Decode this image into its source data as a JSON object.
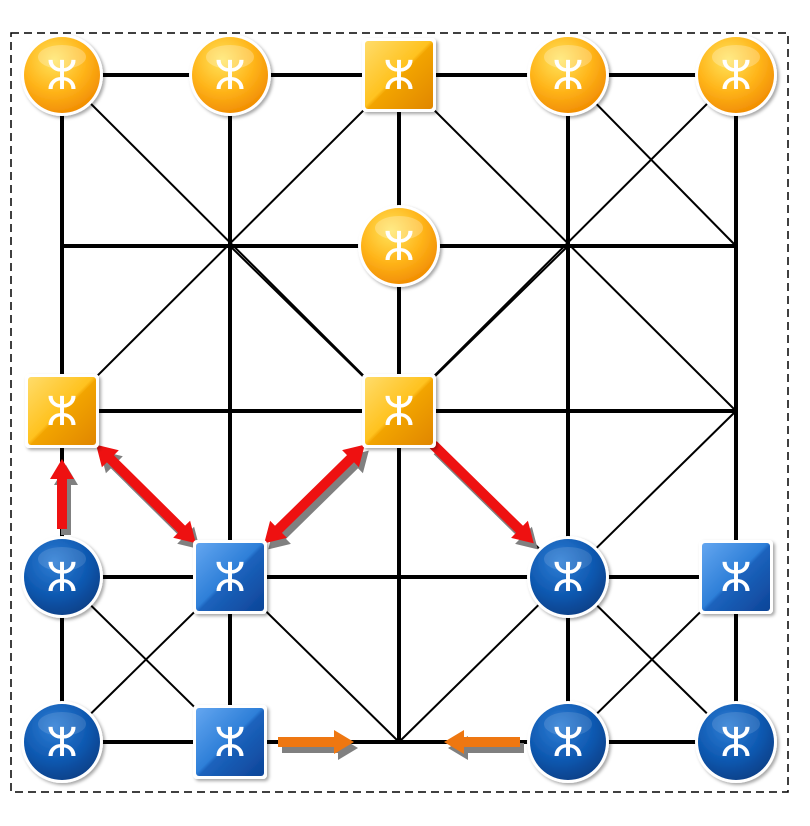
{
  "game": {
    "board": {
      "columns": 5,
      "rows": 5,
      "frame_style": "dashed",
      "dot_points": [
        [
          1,
          0
        ],
        [
          3,
          0
        ],
        [
          1,
          1
        ],
        [
          3,
          1
        ],
        [
          4,
          1
        ],
        [
          2,
          2
        ],
        [
          2,
          4
        ]
      ]
    },
    "pieces": [
      {
        "side": "orange",
        "shape": "circle",
        "col": 0,
        "row": 4
      },
      {
        "side": "orange",
        "shape": "circle",
        "col": 1,
        "row": 4
      },
      {
        "side": "orange",
        "shape": "square",
        "col": 2,
        "row": 4
      },
      {
        "side": "orange",
        "shape": "circle",
        "col": 3,
        "row": 4
      },
      {
        "side": "orange",
        "shape": "circle",
        "col": 4,
        "row": 4
      },
      {
        "side": "orange",
        "shape": "circle",
        "col": 2,
        "row": 3
      },
      {
        "side": "orange",
        "shape": "square",
        "col": 0,
        "row": 2
      },
      {
        "side": "orange",
        "shape": "square",
        "col": 2,
        "row": 2
      },
      {
        "side": "blue",
        "shape": "circle",
        "col": 0,
        "row": 1
      },
      {
        "side": "blue",
        "shape": "square",
        "col": 1,
        "row": 1
      },
      {
        "side": "blue",
        "shape": "circle",
        "col": 3,
        "row": 1
      },
      {
        "side": "blue",
        "shape": "square",
        "col": 4,
        "row": 1
      },
      {
        "side": "blue",
        "shape": "circle",
        "col": 0,
        "row": 0
      },
      {
        "side": "blue",
        "shape": "square",
        "col": 1,
        "row": 0
      },
      {
        "side": "blue",
        "shape": "circle",
        "col": 3,
        "row": 0
      },
      {
        "side": "blue",
        "shape": "circle",
        "col": 4,
        "row": 0
      }
    ],
    "arrows": [
      {
        "color": "red",
        "from": [
          0,
          1
        ],
        "to": [
          0,
          2
        ],
        "heads": "end"
      },
      {
        "color": "red",
        "from": [
          0,
          2
        ],
        "to": [
          1,
          1
        ],
        "heads": "both"
      },
      {
        "color": "red",
        "from": [
          1,
          1
        ],
        "to": [
          2,
          2
        ],
        "heads": "both"
      },
      {
        "color": "red",
        "from": [
          2,
          2
        ],
        "to": [
          3,
          1
        ],
        "heads": "end"
      },
      {
        "color": "orange",
        "from": [
          1,
          0
        ],
        "to": [
          2,
          0
        ],
        "heads": "end"
      },
      {
        "color": "orange",
        "from": [
          3,
          0
        ],
        "to": [
          2,
          0
        ],
        "heads": "end"
      }
    ],
    "piece_symbol": "ⵣ",
    "colors": {
      "orange_light": "#ffd23a",
      "orange_dark": "#f08a00",
      "square_light": "#ffd45a",
      "square_dark": "#e88f00",
      "blue_light": "#2f7fd6",
      "blue_dark": "#0a3f86",
      "red_arrow": "#ee1111",
      "orange_arrow": "#ee7711",
      "arrow_shadow": "#808080",
      "line": "#000000"
    }
  }
}
